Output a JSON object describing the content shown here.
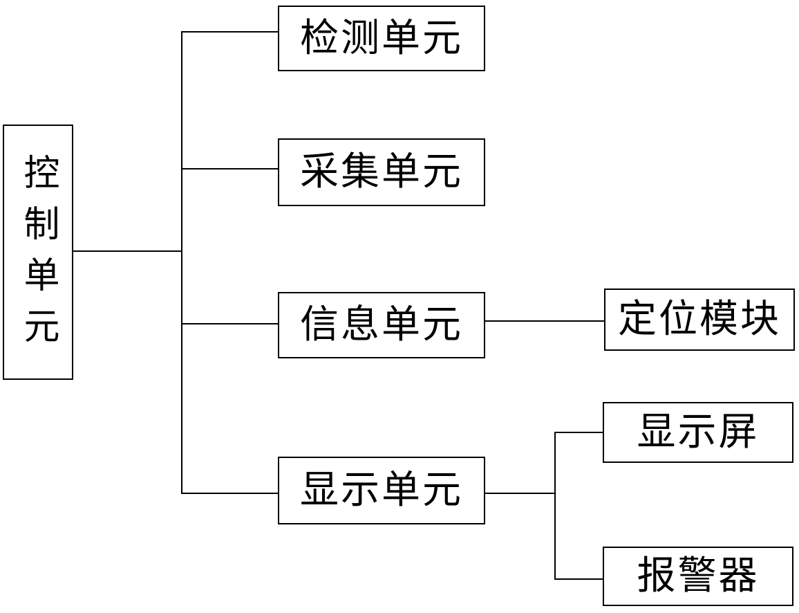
{
  "diagram": {
    "type": "block-diagram",
    "background_color": "#ffffff",
    "line_color": "#000000",
    "box_border_color": "#000000",
    "text_color": "#000000",
    "nodes": {
      "control_unit": {
        "label": "控制单元",
        "orientation": "vertical"
      },
      "detection_unit": {
        "label": "检测单元",
        "orientation": "horizontal"
      },
      "collection_unit": {
        "label": "采集单元",
        "orientation": "horizontal"
      },
      "information_unit": {
        "label": "信息单元",
        "orientation": "horizontal"
      },
      "display_unit": {
        "label": "显示单元",
        "orientation": "horizontal"
      },
      "positioning_module": {
        "label": "定位模块",
        "orientation": "horizontal"
      },
      "display_screen": {
        "label": "显示屏",
        "orientation": "horizontal"
      },
      "alarm": {
        "label": "报警器",
        "orientation": "horizontal"
      }
    },
    "edges": [
      {
        "from": "控制单元",
        "to": "检测单元"
      },
      {
        "from": "控制单元",
        "to": "采集单元"
      },
      {
        "from": "控制单元",
        "to": "信息单元"
      },
      {
        "from": "控制单元",
        "to": "显示单元"
      },
      {
        "from": "信息单元",
        "to": "定位模块"
      },
      {
        "from": "显示单元",
        "to": "显示屏"
      },
      {
        "from": "显示单元",
        "to": "报警器"
      }
    ]
  }
}
